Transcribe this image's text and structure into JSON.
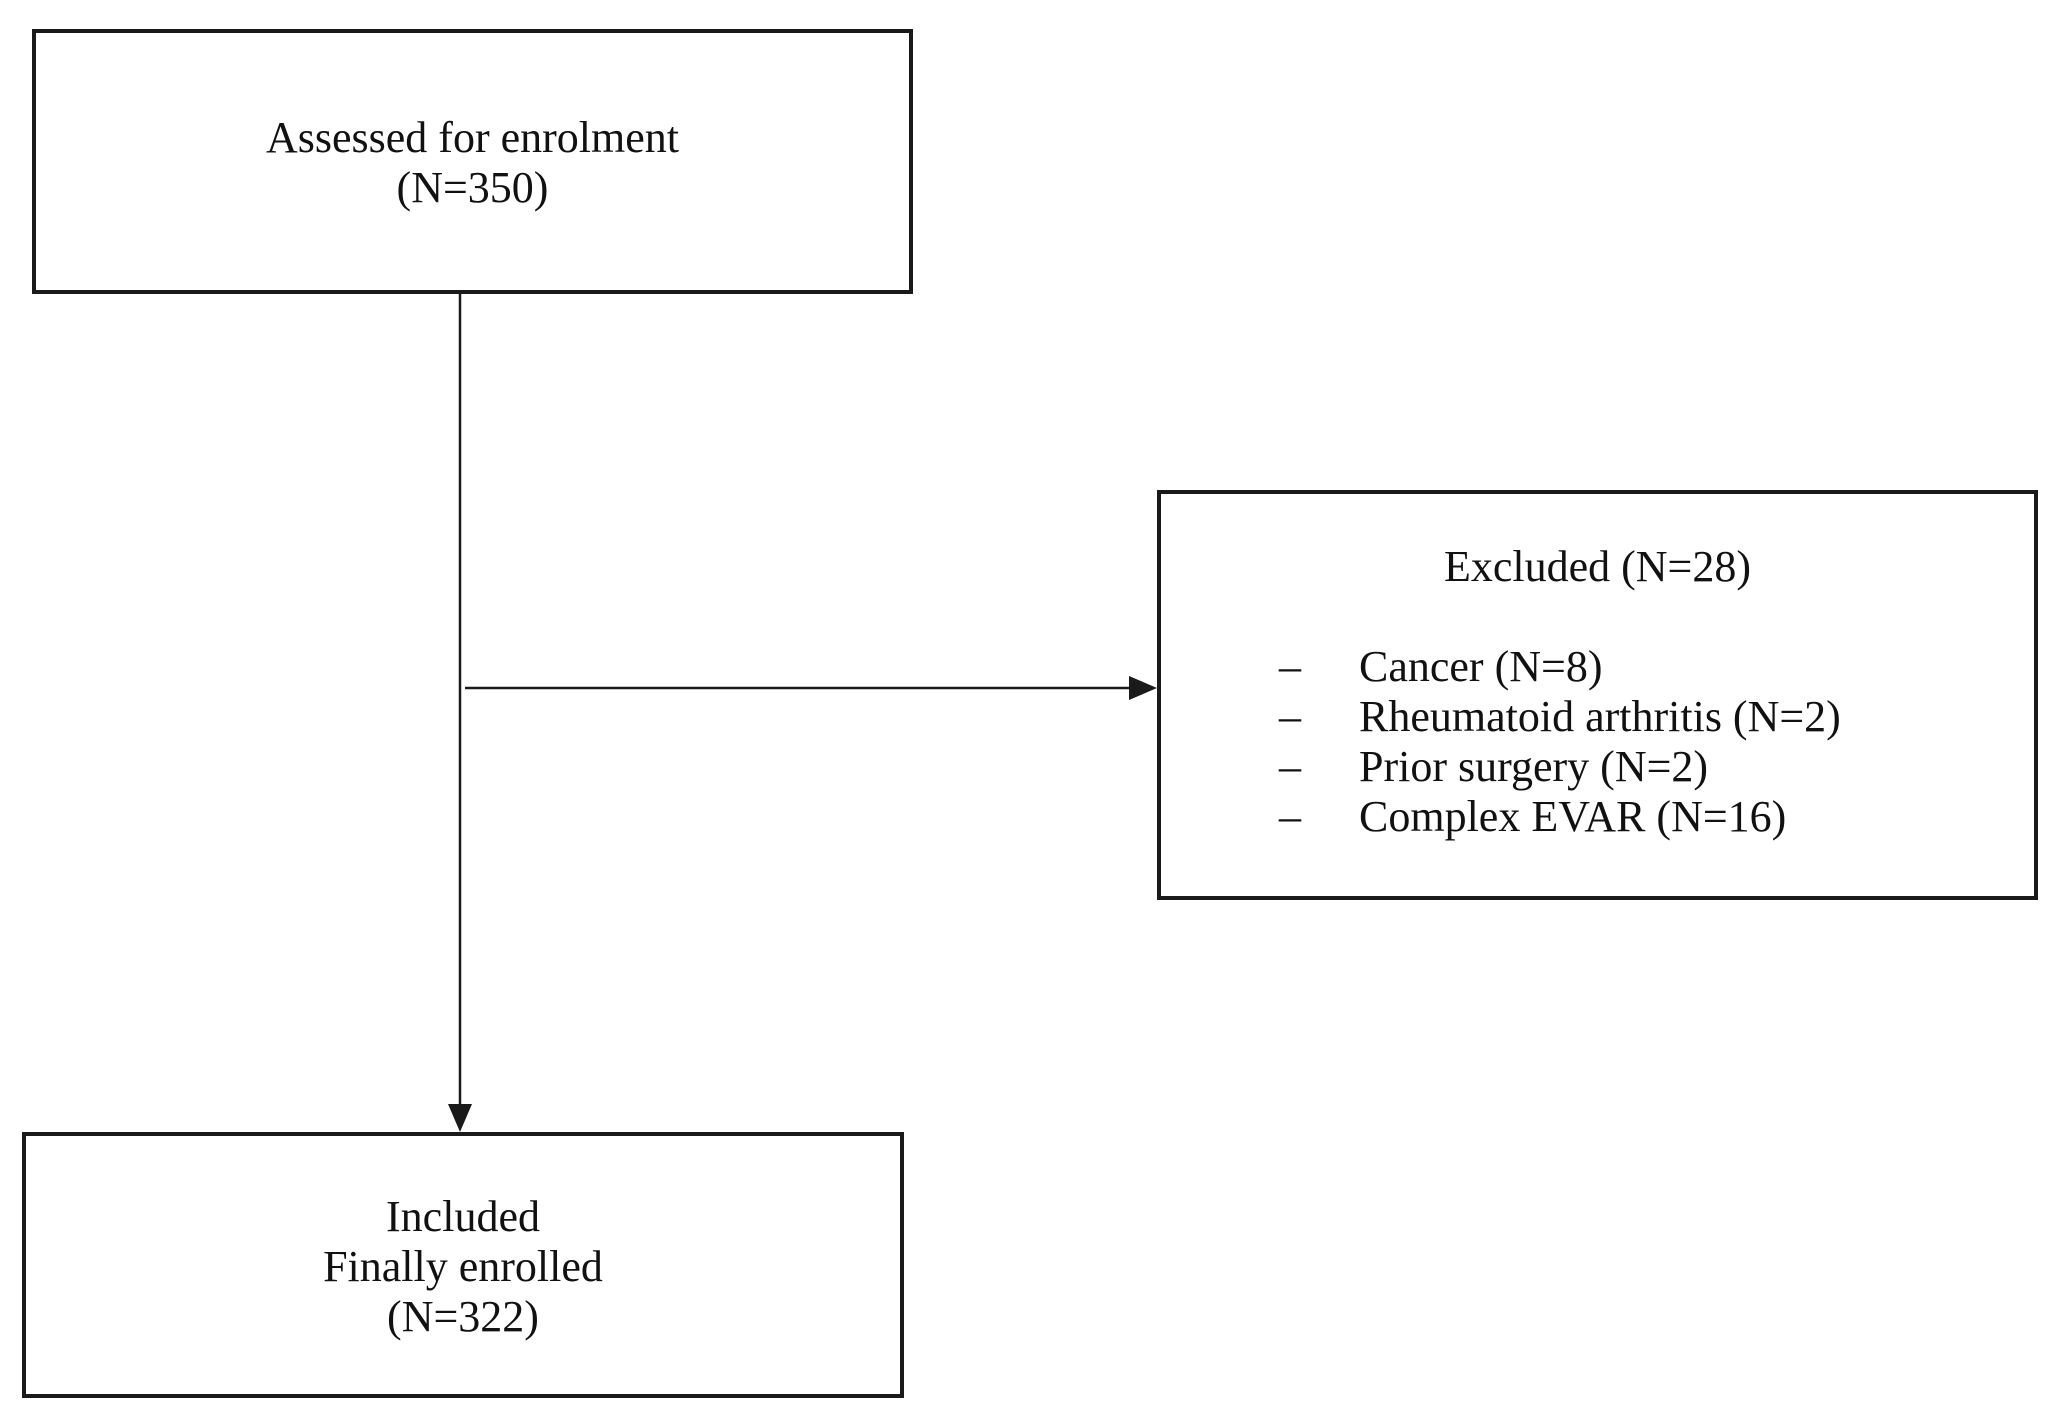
{
  "flowchart": {
    "assessed": {
      "line1": "Assessed for enrolment",
      "line2": "(N=350)"
    },
    "excluded": {
      "title": "Excluded (N=28)",
      "bullet": "–",
      "reasons": [
        "Cancer (N=8)",
        "Rheumatoid arthritis (N=2)",
        "Prior surgery (N=2)",
        "Complex EVAR (N=16)"
      ]
    },
    "included": {
      "line1": "Included",
      "line2": "Finally enrolled",
      "line3": "(N=322)"
    },
    "colors": {
      "stroke": "#1a1a1a",
      "background": "#ffffff"
    }
  }
}
